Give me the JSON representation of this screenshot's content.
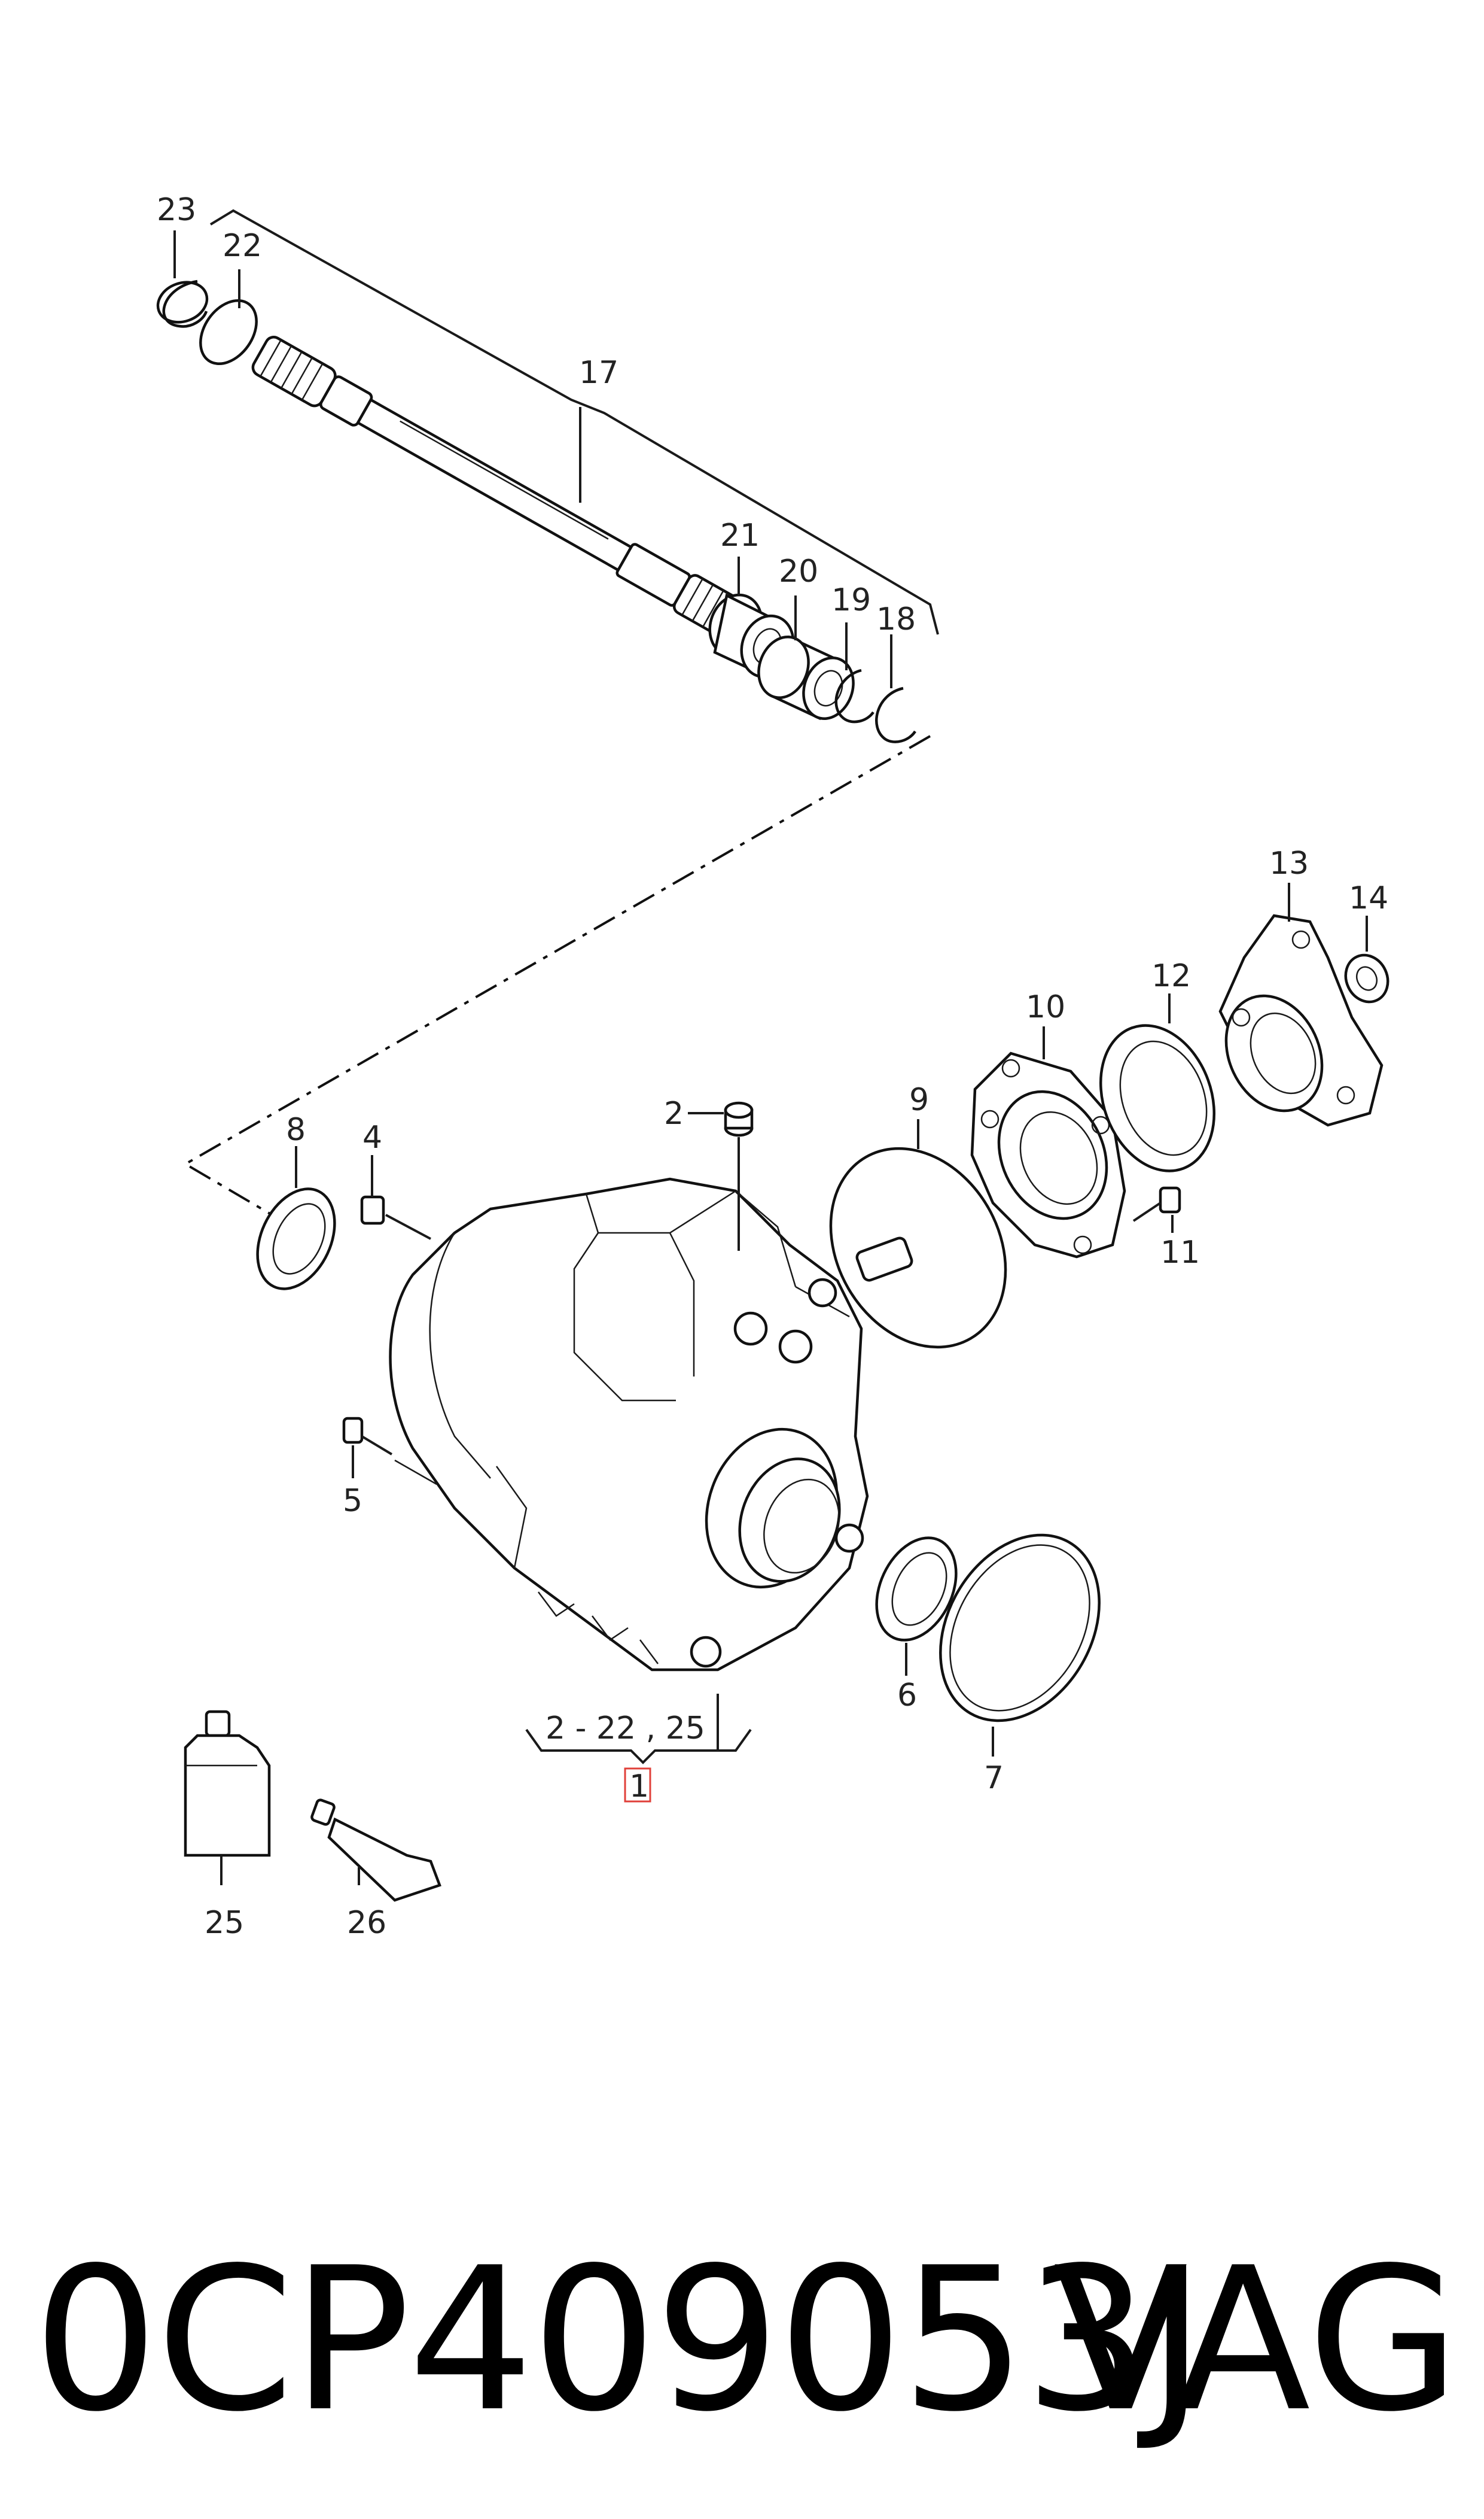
{
  "callouts": {
    "c1": "1",
    "c2": "2",
    "c4": "4",
    "c5": "5",
    "c6": "6",
    "c7": "7",
    "c8": "8",
    "c9": "9",
    "c10": "10",
    "c11": "11",
    "c12": "12",
    "c13": "13",
    "c14": "14",
    "c17": "17",
    "c18": "18",
    "c19": "19",
    "c20": "20",
    "c21": "21",
    "c22": "22",
    "c23": "23",
    "c25": "25",
    "c26": "26",
    "range": "2 - 22 , 25"
  },
  "footer": {
    "part_number": "0CP409053J",
    "brand": "VAG"
  },
  "colors": {
    "line": "#1a1a1a",
    "highlight_box": "#e0403a"
  }
}
